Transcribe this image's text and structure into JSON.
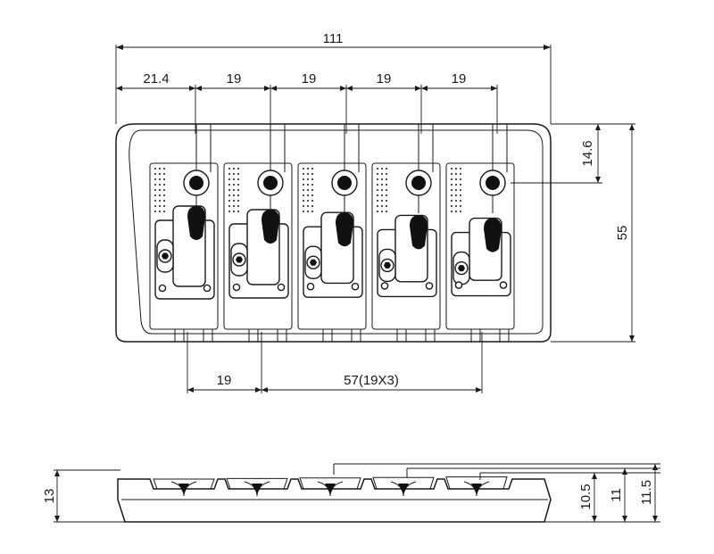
{
  "diagram": {
    "top_view": {
      "overall_width": "111",
      "first_spacing": "21.4",
      "string_spacings": [
        "19",
        "19",
        "19",
        "19"
      ],
      "height_to_saddle": "14.6",
      "total_depth": "55",
      "lower_spacing": "19",
      "lower_span": "57(19X3)"
    },
    "side_view": {
      "base_height": "13",
      "heights": [
        "10.5",
        "11",
        "11.5"
      ]
    }
  }
}
